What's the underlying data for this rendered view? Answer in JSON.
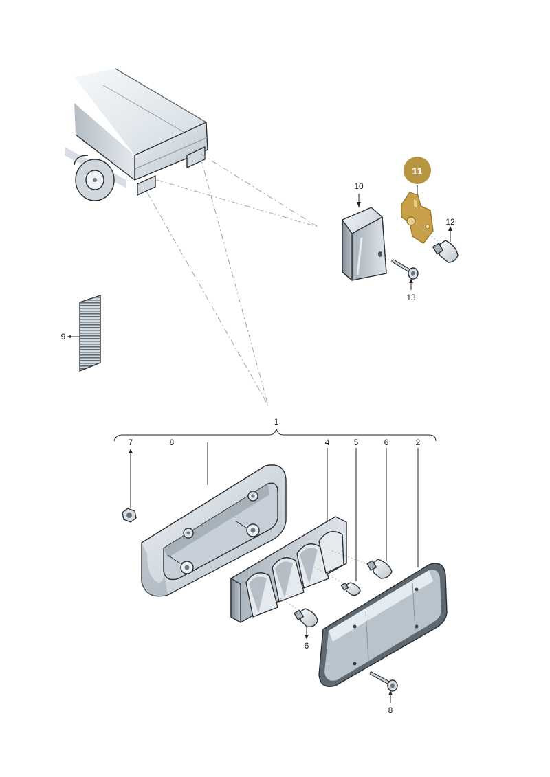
{
  "callouts": {
    "c1": "1",
    "c2": "2",
    "c4": "4",
    "c5": "5",
    "c6a": "6",
    "c6b": "6",
    "c7": "7",
    "c8a": "8",
    "c8b": "8",
    "c9": "9",
    "c10": "10",
    "c11": "11",
    "c12": "12",
    "c13": "13"
  },
  "colors": {
    "highlight": "#c9a04a",
    "highlight_badge": "#b8953f",
    "part_fill_light": "#e4eaef",
    "part_fill_mid": "#c3ccd4",
    "part_fill_dark": "#8f9aa4",
    "outline": "#2b2f33"
  },
  "icons": {
    "trailer": "trailer-illustration",
    "plate_light": "license-plate-light-housing",
    "bracket": "bracket-part",
    "bulb": "bulb",
    "screw": "tapping-screw",
    "nut": "nut",
    "reflector": "reflector-strip",
    "tail_light_housing": "tail-light-housing",
    "bulb_holder": "bulb-holder",
    "lens": "tail-light-lens"
  }
}
